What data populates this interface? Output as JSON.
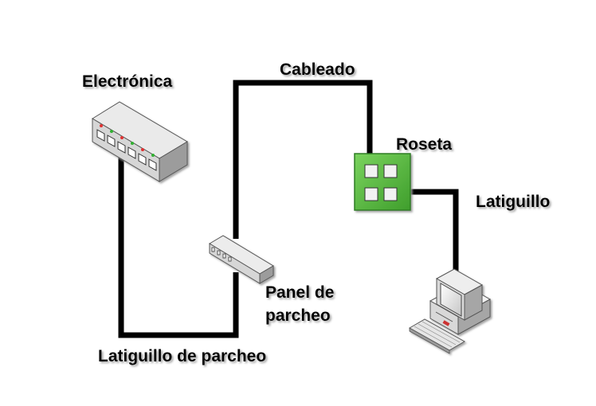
{
  "diagram": {
    "labels": {
      "electronics": "Electrónica",
      "cabling": "Cableado",
      "wall_outlet": "Roseta",
      "patch_cord": "Latiguillo",
      "patch_panel_line1": "Panel de",
      "patch_panel_line2": "parcheo",
      "patch_panel_cord": "Latiguillo de parcheo"
    },
    "colors": {
      "cable": "#000000",
      "outlet_fill": "#4caf38",
      "outlet_border": "#2e7d23",
      "device_body": "#d4d4d4",
      "device_side": "#9c9c9c",
      "label_shadow": "#b0b0b0"
    },
    "icons": {
      "electronics": "network-switch-icon",
      "patch_panel": "patch-panel-icon",
      "wall_outlet": "wall-outlet-icon",
      "workstation": "desktop-computer-icon"
    }
  }
}
